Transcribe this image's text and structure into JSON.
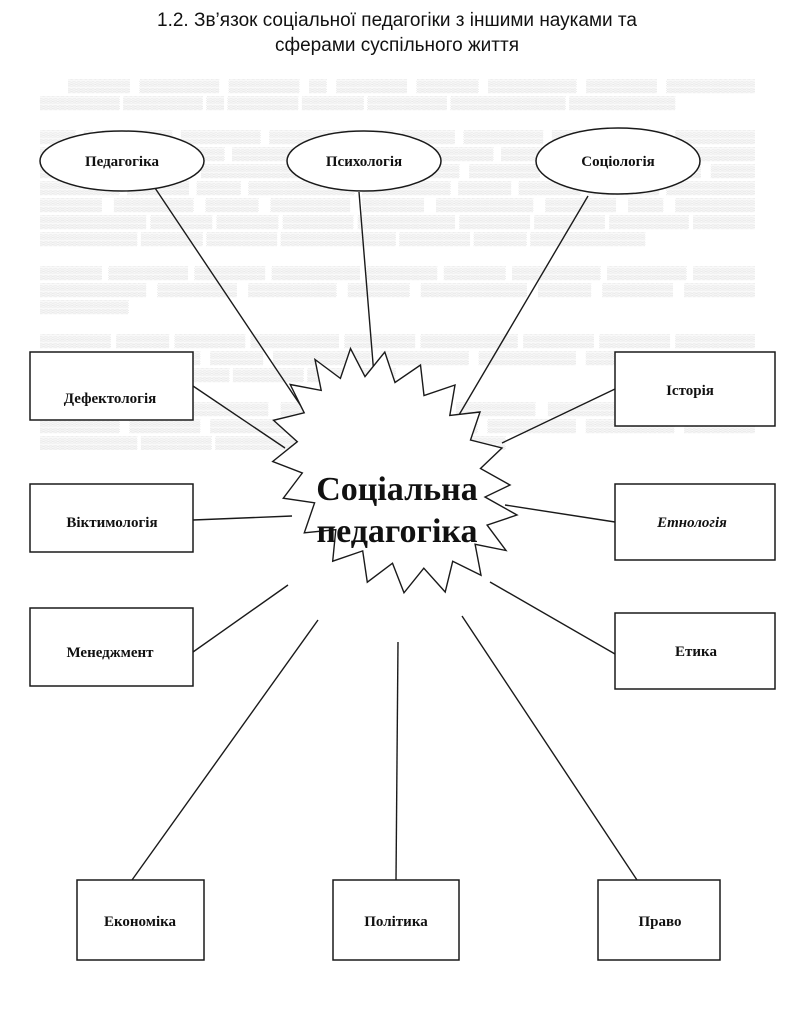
{
  "title": {
    "line1": "1.2. Зв’язок соціальної педагогіки з іншими науками та",
    "line2": "сферами суспільного життя"
  },
  "center": {
    "line1": "Соціальна",
    "line2": "педагогіка"
  },
  "ellipses": [
    "Педагогіка",
    "Психологія",
    "Соціологія"
  ],
  "left_boxes": [
    "Дефектологія",
    "Віктимологія",
    "Менеджмент"
  ],
  "right_boxes": [
    "Історія",
    "Етнологія",
    "Етика"
  ],
  "bottom_boxes": [
    "Економіка",
    "Політика",
    "Право"
  ]
}
